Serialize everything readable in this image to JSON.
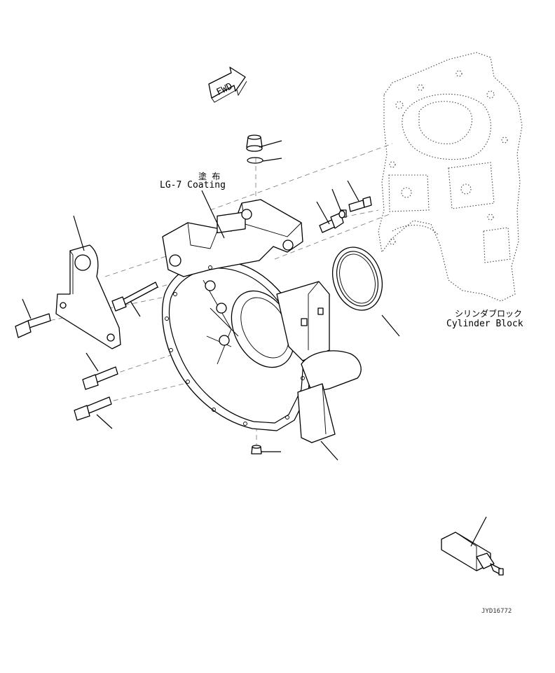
{
  "fwd_label": "FWD",
  "coating": {
    "jp": "塗 布",
    "en": "LG-7 Coating"
  },
  "cylinder_block": {
    "jp": "シリンダブロック",
    "en": "Cylinder Block"
  },
  "drawing_code": "JYD16772"
}
